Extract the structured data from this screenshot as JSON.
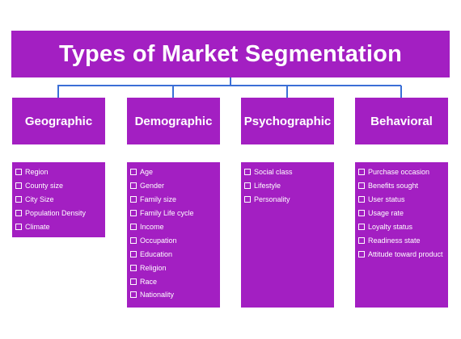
{
  "colors": {
    "purple": "#a31fc2",
    "connector": "#3b6fd6"
  },
  "title": "Types of Market Segmentation",
  "categories": [
    {
      "heading": "Geographic",
      "items": [
        "Region",
        "County size",
        "City Size",
        "Population Density",
        "Climate"
      ]
    },
    {
      "heading": "Demographic",
      "items": [
        "Age",
        "Gender",
        "Family size",
        "Family Life cycle",
        "Income",
        "Occupation",
        "Education",
        "Religion",
        "Race",
        "Nationality"
      ]
    },
    {
      "heading": "Psychographic",
      "items": [
        "Social class",
        "Lifestyle",
        "Personality"
      ]
    },
    {
      "heading": "Behavioral",
      "items": [
        "Purchase occasion",
        "Benefits sought",
        "User status",
        "Usage rate",
        "Loyalty status",
        "Readiness state",
        "Attitude toward product"
      ]
    }
  ]
}
